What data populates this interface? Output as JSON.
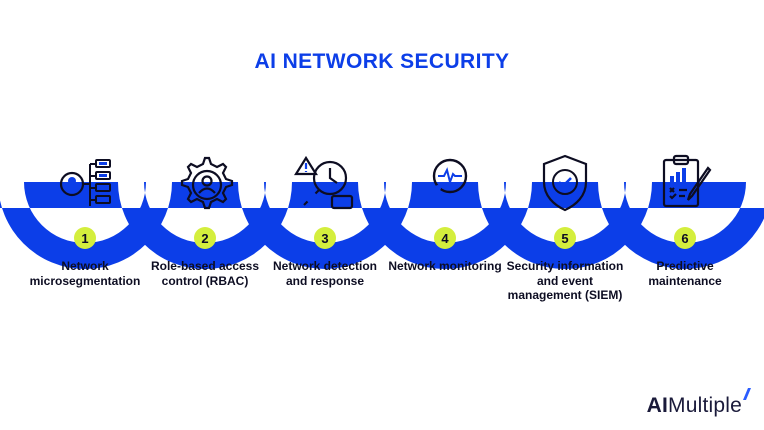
{
  "title": "AI NETWORK SECURITY",
  "colors": {
    "blue": "#0c3ee8",
    "lime": "#d4ee3d",
    "dark": "#0d0d22",
    "icon_bg": "#ffffff"
  },
  "steps": [
    {
      "number": "1",
      "label": "Network microsegmentation",
      "icon": "network-segmentation-icon"
    },
    {
      "number": "2",
      "label": "Role-based access control (RBAC)",
      "icon": "user-gear-icon"
    },
    {
      "number": "3",
      "label": "Network detection and response",
      "icon": "alert-clock-search-icon"
    },
    {
      "number": "4",
      "label": "Network monitoring",
      "icon": "magnifier-pulse-icon"
    },
    {
      "number": "5",
      "label": "Security information and event management (SIEM)",
      "icon": "shield-check-icon"
    },
    {
      "number": "6",
      "label": "Predictive maintenance",
      "icon": "clipboard-chart-icon"
    }
  ],
  "brand": {
    "prefix": "AI",
    "suffix": "Multiple"
  }
}
